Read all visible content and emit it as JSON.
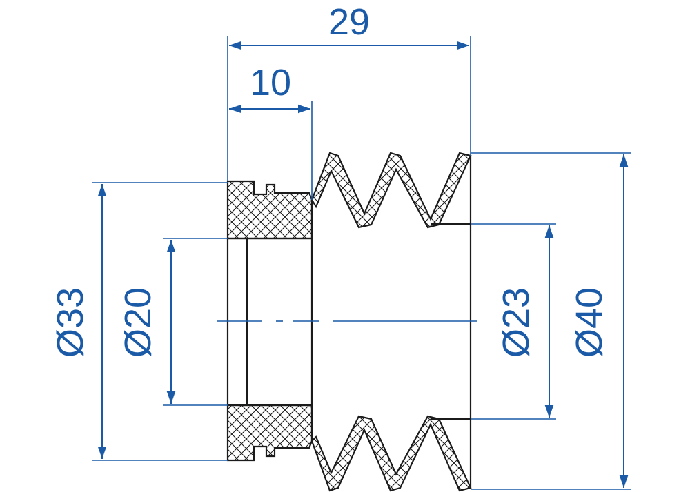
{
  "drawing": {
    "colors": {
      "dimension": "#1a5aa6",
      "outline": "#1b1b1b",
      "section_fill": "#ffffff"
    },
    "dimensions": {
      "overall_length": "29",
      "hub_length": "10",
      "hub_outer_diameter": "Ø33",
      "bore_diameter": "Ø20",
      "groove_root_diameter": "Ø23",
      "outer_diameter": "Ø40"
    }
  }
}
